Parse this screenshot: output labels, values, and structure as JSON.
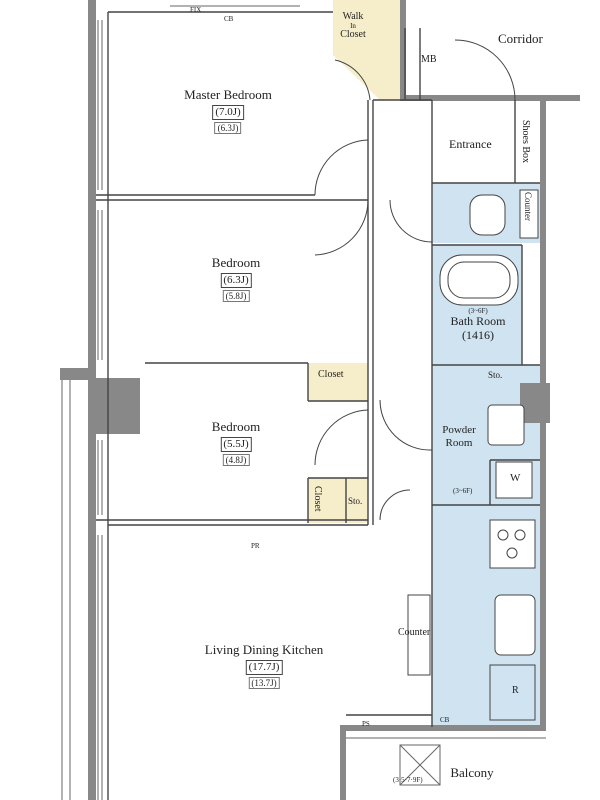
{
  "rooms": {
    "master_bedroom": {
      "name": "Master Bedroom",
      "size": "(7.0J)",
      "size_alt": "(6.3J)"
    },
    "bedroom_2": {
      "name": "Bedroom",
      "size": "(6.3J)",
      "size_alt": "(5.8J)"
    },
    "bedroom_3": {
      "name": "Bedroom",
      "size": "(5.5J)",
      "size_alt": "(4.8J)"
    },
    "ldk": {
      "name": "Living Dining Kitchen",
      "size": "(17.7J)",
      "size_alt": "(13.7J)"
    },
    "bath": {
      "name": "Bath Room",
      "size": "(1416)",
      "ceiling": "(3~6F)"
    },
    "powder": {
      "line1": "Powder",
      "line2": "Room"
    },
    "balcony": {
      "name": "Balcony",
      "floors": "(3·5·7·9F)"
    }
  },
  "labels": {
    "walk_in_closet": [
      "Walk",
      "In",
      "Closet"
    ],
    "corridor": "Corridor",
    "mb": "MB",
    "entrance": "Entrance",
    "shoes_box": "Shoes Box",
    "counter_toilet": "Counter",
    "closet_b2": "Closet",
    "closet_b3": "Closet",
    "sto_b3": "Sto.",
    "sto_bath": "Sto.",
    "w": "W",
    "w_floors": "(3~6F)",
    "counter_kitchen": "Counter",
    "r": "R",
    "fix": "FIX",
    "cb_top": "CB",
    "pr": "PR",
    "ps": "PS",
    "cb_bottom": "CB"
  },
  "colors": {
    "wet_area": "#cfe3f1",
    "closet": "#f6edcb",
    "wall": "#888888",
    "line": "#444444"
  }
}
